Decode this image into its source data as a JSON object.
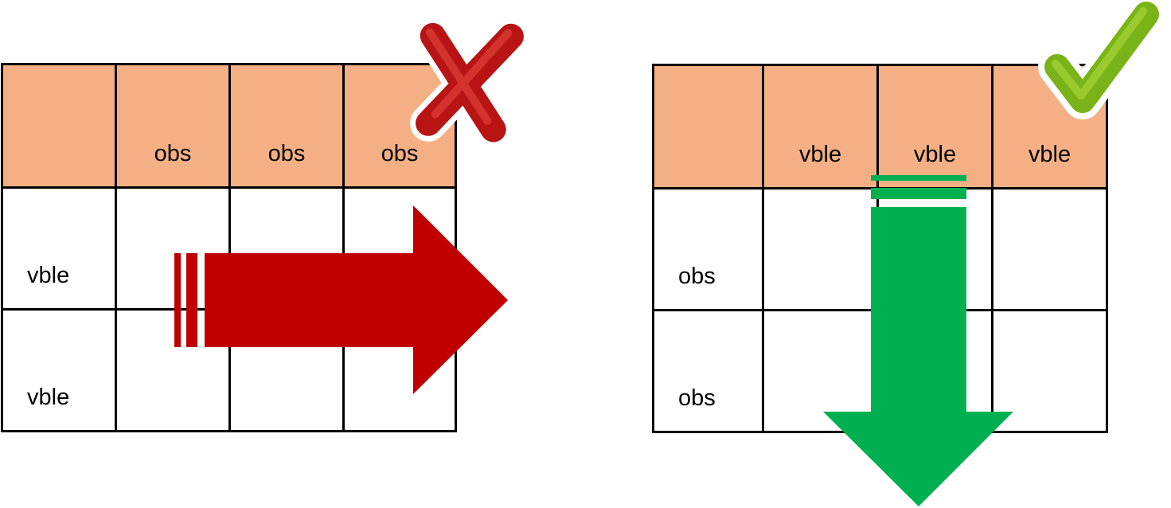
{
  "left_panel": {
    "header_cells": [
      "",
      "obs",
      "obs",
      "obs"
    ],
    "row_headers": [
      "vble",
      "vble"
    ],
    "verdict_icon": "cross-mark-icon",
    "verdict_color": "#c00000",
    "arrow_direction": "right",
    "arrow_color": "#c00000"
  },
  "right_panel": {
    "header_cells": [
      "",
      "vble",
      "vble",
      "vble"
    ],
    "row_headers": [
      "obs",
      "obs"
    ],
    "verdict_icon": "check-mark-icon",
    "verdict_color": "#7ab317",
    "arrow_direction": "down",
    "arrow_color": "#00b050"
  },
  "header_fill": "#f4b084"
}
